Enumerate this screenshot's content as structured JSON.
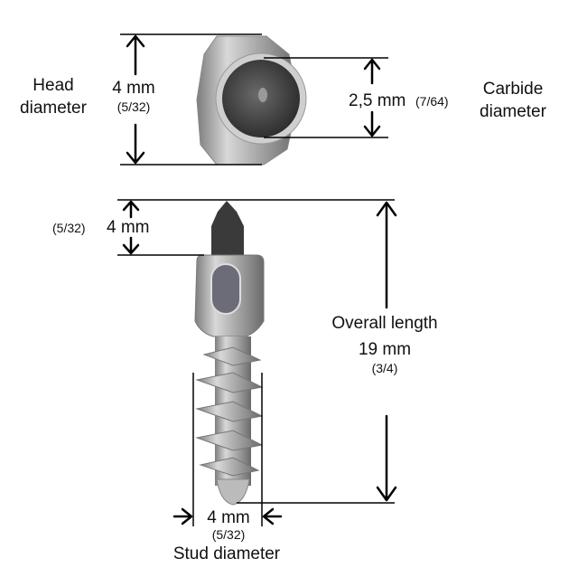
{
  "head": {
    "label_line1": "Head",
    "label_line2": "diameter",
    "value": "4 mm",
    "fraction": "(5/32)"
  },
  "carbide": {
    "label_line1": "Carbide",
    "label_line2": "diameter",
    "value": "2,5 mm",
    "fraction": "(7/64)"
  },
  "tip": {
    "value": "4 mm",
    "fraction": "(5/32)"
  },
  "overall": {
    "label": "Overall length",
    "value": "19 mm",
    "fraction": "(3/4)"
  },
  "stud": {
    "label": "Stud diameter",
    "value": "4 mm",
    "fraction": "(5/32)"
  }
}
